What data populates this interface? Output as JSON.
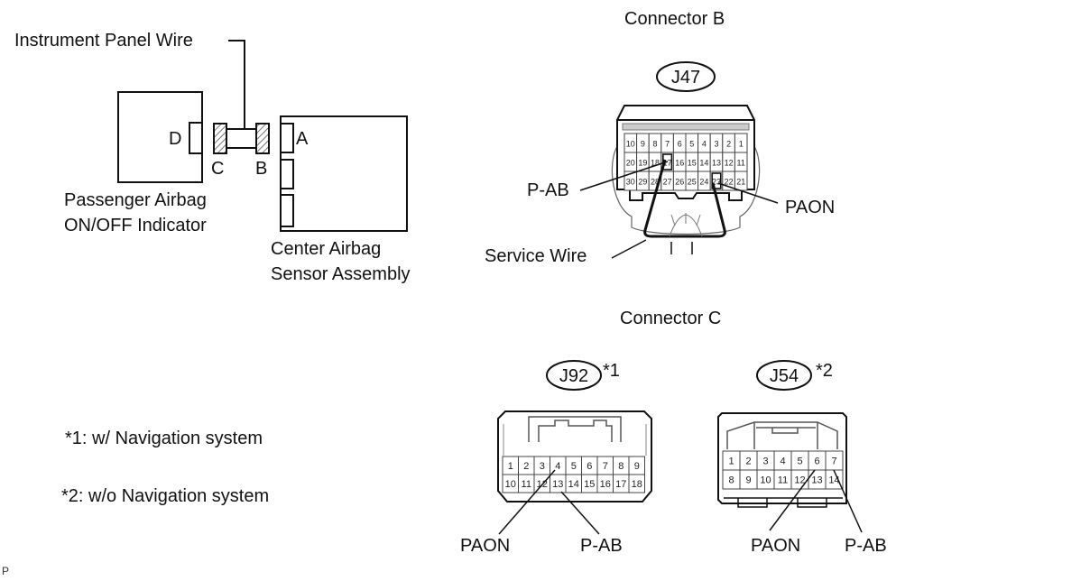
{
  "left_diagram": {
    "wire_label": "Instrument Panel Wire",
    "indicator_label_line1": "Passenger Airbag",
    "indicator_label_line2": "ON/OFF Indicator",
    "sensor_label_line1": "Center Airbag",
    "sensor_label_line2": "Sensor Assembly",
    "connector_letters": {
      "a": "A",
      "b": "B",
      "c": "C",
      "d": "D"
    }
  },
  "connector_b": {
    "heading": "Connector B",
    "code": "J47",
    "rows": [
      [
        "10",
        "9",
        "8",
        "7",
        "6",
        "5",
        "4",
        "3",
        "2",
        "1"
      ],
      [
        "20",
        "19",
        "18",
        "17",
        "16",
        "15",
        "14",
        "13",
        "12",
        "11"
      ],
      [
        "30",
        "29",
        "28",
        "27",
        "26",
        "25",
        "24",
        "23",
        "22",
        "21"
      ]
    ],
    "pin_labels": {
      "left": "P-AB",
      "right": "PAON"
    },
    "service_wire_label": "Service Wire"
  },
  "connector_c": {
    "heading": "Connector C",
    "variants": [
      {
        "code": "J92",
        "note": "*1",
        "rows": [
          [
            "1",
            "2",
            "3",
            "4",
            "5",
            "6",
            "7",
            "8",
            "9"
          ],
          [
            "10",
            "11",
            "12",
            "13",
            "14",
            "15",
            "16",
            "17",
            "18"
          ]
        ],
        "labels": {
          "left": "PAON",
          "right": "P-AB"
        }
      },
      {
        "code": "J54",
        "note": "*2",
        "rows": [
          [
            "1",
            "2",
            "3",
            "4",
            "5",
            "6",
            "7"
          ],
          [
            "8",
            "9",
            "10",
            "11",
            "12",
            "13",
            "14"
          ]
        ],
        "labels": {
          "left": "PAON",
          "right": "P-AB"
        }
      }
    ]
  },
  "notes": [
    "*1: w/ Navigation system",
    "*2: w/o Navigation system"
  ],
  "footer_mark": "P"
}
